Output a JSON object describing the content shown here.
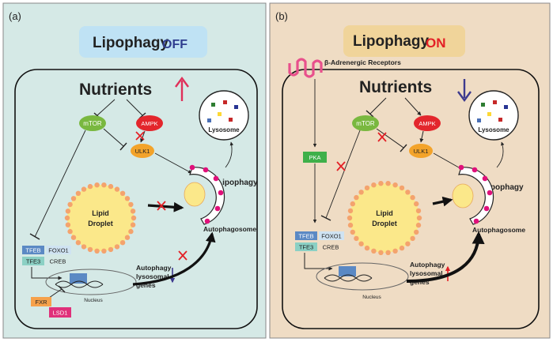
{
  "colors": {
    "panel_a_bg": "#d5e9e6",
    "panel_b_bg": "#efdcc4",
    "off_banner": "#bfe2f4",
    "on_banner": "#f0d49a",
    "off_text": "#2f3d8f",
    "on_text": "#e32026",
    "mtor": "#79b83f",
    "ampk": "#e3262c",
    "ulk1": "#f3a32a",
    "pka": "#3fb04a",
    "tfeb": "#5b89c4",
    "foxo1": "#cfe3f2",
    "tfe3": "#8bd0c4",
    "fxr": "#f6a14b",
    "lsd1": "#e0307a",
    "droplet": "#fbe88a",
    "droplet_dots": "#f4a36d",
    "vesicle_dots": "#e0107a",
    "receptor": "#e8508c"
  },
  "panel_a": {
    "tag": "(a)",
    "title": "Lipophagy",
    "state": "OFF",
    "nutrients": "Nutrients",
    "nutrients_arrow": "up",
    "mtor": "mTOR",
    "ampk": "AMPK",
    "ulk1": "ULK1",
    "lysosome": "Lysosome",
    "lipophagy": "Lipophagy",
    "droplet_1": "Lipid",
    "droplet_2": "Droplet",
    "autophagosome": "Autophagosome",
    "tfeb": "TFEB",
    "foxo1": "FOXO1",
    "tfe3": "TFE3",
    "creb": "CREB",
    "nucleus": "Nucleus",
    "genes_1": "Autophagy",
    "genes_2": "lysosomal",
    "genes_3": "genes",
    "genes_arrow": "down",
    "fxr": "FXR",
    "lsd1": "LSD1"
  },
  "panel_b": {
    "tag": "(b)",
    "title": "Lipophagy",
    "state": "ON",
    "receptor": "β-Adrenergic Receptors",
    "nutrients": "Nutrients",
    "nutrients_arrow": "down",
    "mtor": "mTOR",
    "ampk": "AMPK",
    "ulk1": "ULK1",
    "pka": "PKA",
    "lysosome": "Lysosome",
    "lipophagy": "Lipophagy",
    "droplet_1": "Lipid",
    "droplet_2": "Droplet",
    "autophagosome": "Autophagosome",
    "tfeb": "TFEB",
    "foxo1": "FOXO1",
    "tfe3": "TFE3",
    "creb": "CREB",
    "nucleus": "Nucleus",
    "genes_1": "Autophagy",
    "genes_2": "lysosomal",
    "genes_3": "genes",
    "genes_arrow": "up"
  }
}
